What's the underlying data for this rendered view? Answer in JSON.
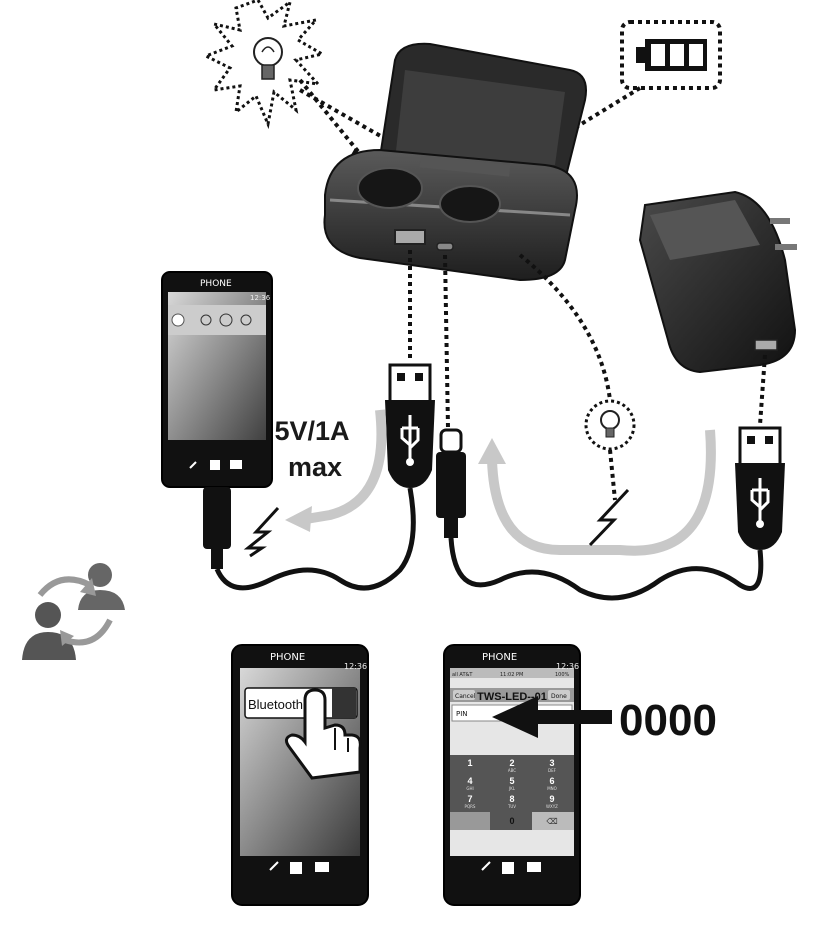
{
  "phone_brand": "PHONE",
  "phone_time": "12:36",
  "charge_spec_line1": "5V/1A",
  "charge_spec_line2": "max",
  "bluetooth_label": "Bluetooth",
  "pair_screen": {
    "status_left": "all AT&T",
    "status_time": "11:02 PM",
    "status_right": "100%",
    "cancel_label": "Cancel",
    "device_name": "TWS-LED--01",
    "done_label": "Done",
    "pin_label": "PIN",
    "keys": [
      "1",
      "2",
      "3",
      "4",
      "5",
      "6",
      "7",
      "8",
      "9",
      "0"
    ],
    "key_letters": [
      "",
      "ABC",
      "DEF",
      "GHI",
      "JKL",
      "MNO",
      "PQRS",
      "TUV",
      "WXYZ",
      ""
    ]
  },
  "pin_code": "0000",
  "colors": {
    "dark": "#1a1a1a",
    "arrow_gray": "#c8c8c8",
    "case_gray": "#3a3a3a"
  }
}
